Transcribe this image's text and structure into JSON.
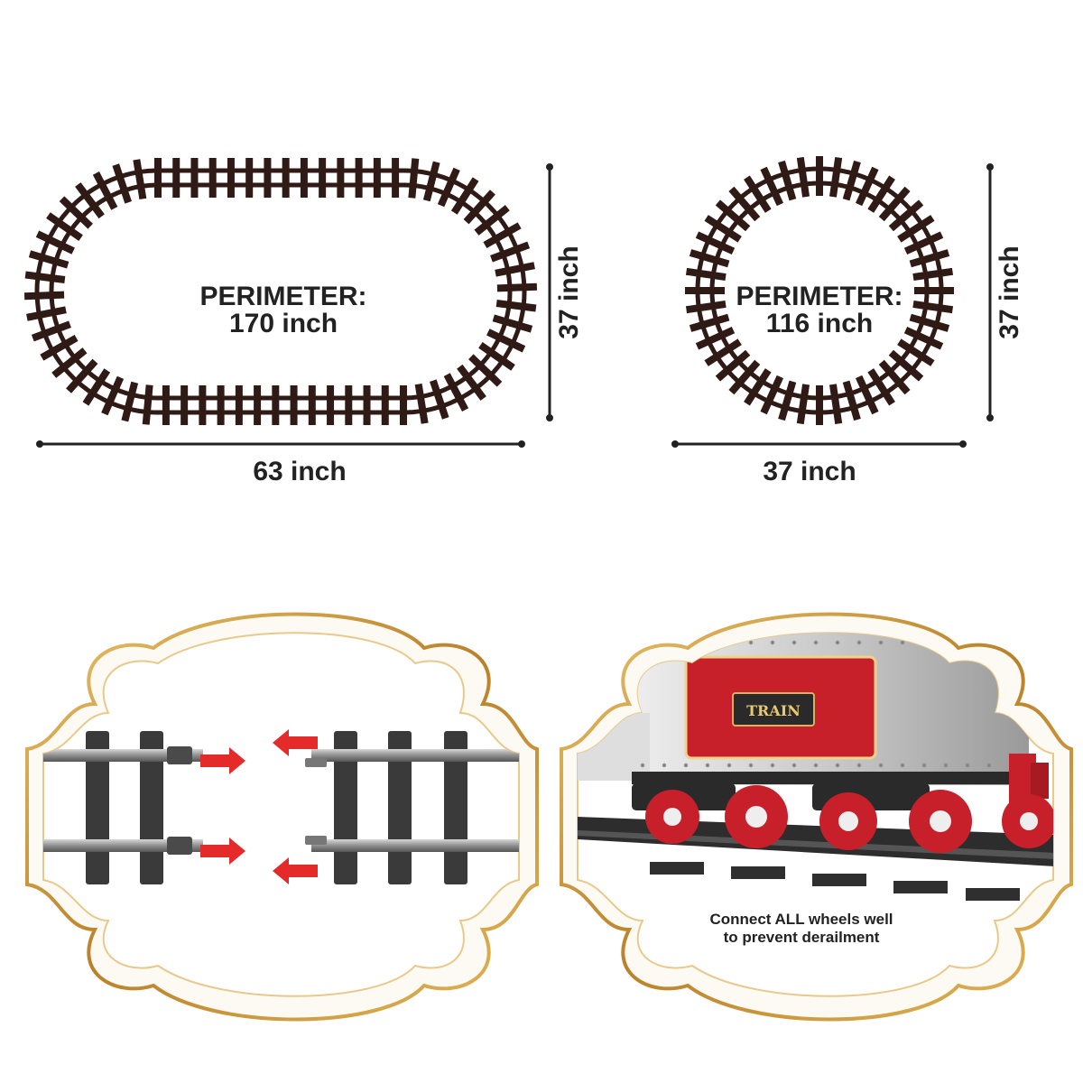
{
  "oval_track": {
    "perimeter_label": "PERIMETER:",
    "perimeter_value": "170 inch",
    "width_label": "63 inch",
    "height_label": "37 inch"
  },
  "circle_track": {
    "perimeter_label": "PERIMETER:",
    "perimeter_value": "116 inch",
    "width_label": "37 inch",
    "height_label": "37 inch"
  },
  "track_connection_panel": {
    "arrow_color": "#e52a2a"
  },
  "train_panel": {
    "car_sign": "TRAIN",
    "caption_line1": "Connect ALL wheels well",
    "caption_line2": "to prevent derailment"
  },
  "colors": {
    "track_brown": "#2f1a16",
    "frame_gold": "#c8942e",
    "wheel_red": "#c8202a"
  }
}
